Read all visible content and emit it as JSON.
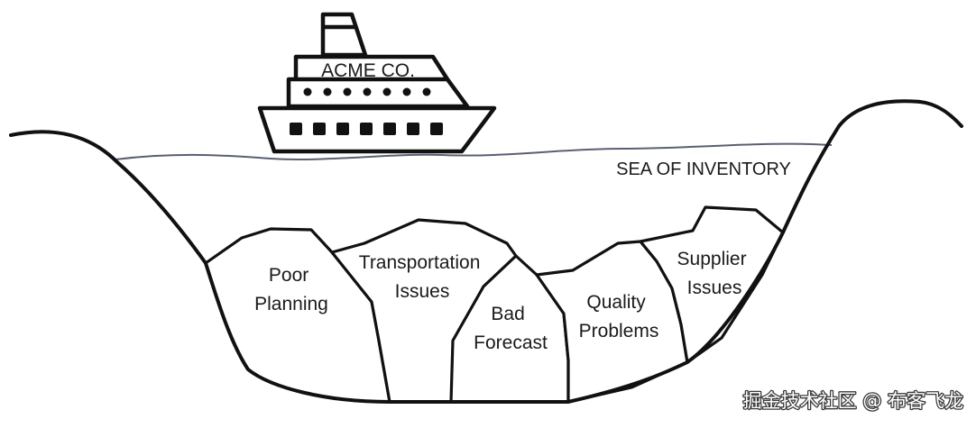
{
  "ship": {
    "label": "ACME CO."
  },
  "sea": {
    "label": "SEA OF INVENTORY"
  },
  "rocks": [
    {
      "id": "poor-planning",
      "lines": [
        "Poor",
        "Planning"
      ]
    },
    {
      "id": "transportation-issues",
      "lines": [
        "Transportation",
        "Issues"
      ]
    },
    {
      "id": "bad-forecast",
      "lines": [
        "Bad",
        "Forecast"
      ]
    },
    {
      "id": "quality-problems",
      "lines": [
        "Quality",
        "Problems"
      ]
    },
    {
      "id": "supplier-issues",
      "lines": [
        "Supplier",
        "Issues"
      ]
    }
  ],
  "watermark": {
    "text": "掘金技术社区 @ 布客飞龙"
  },
  "colors": {
    "line": "#111111",
    "water": "#5a6072",
    "background": "#ffffff"
  }
}
